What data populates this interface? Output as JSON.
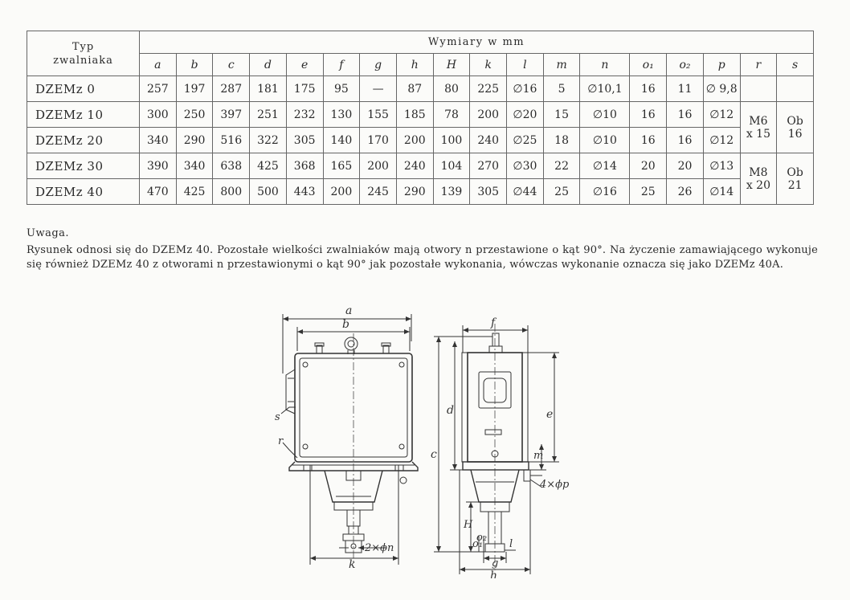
{
  "table": {
    "type_header": [
      "Typ",
      "zwalniaka"
    ],
    "dims_header": "Wymiary w mm",
    "columns": [
      "a",
      "b",
      "c",
      "d",
      "e",
      "f",
      "g",
      "h",
      "H",
      "k",
      "l",
      "m",
      "n",
      "o₁",
      "o₂",
      "p",
      "r",
      "s"
    ],
    "rows": [
      {
        "type": "DZEMz 0",
        "values": [
          "257",
          "197",
          "287",
          "181",
          "175",
          "95",
          "—",
          "87",
          "80",
          "225",
          "∅16",
          "5",
          "∅10,1",
          "16",
          "11",
          "∅ 9,8"
        ]
      },
      {
        "type": "DZEMz 10",
        "values": [
          "300",
          "250",
          "397",
          "251",
          "232",
          "130",
          "155",
          "185",
          "78",
          "200",
          "∅20",
          "15",
          "∅10",
          "16",
          "16",
          "∅12"
        ]
      },
      {
        "type": "DZEMz 20",
        "values": [
          "340",
          "290",
          "516",
          "322",
          "305",
          "140",
          "170",
          "200",
          "100",
          "240",
          "∅25",
          "18",
          "∅10",
          "16",
          "16",
          "∅12"
        ]
      },
      {
        "type": "DZEMz 30",
        "values": [
          "390",
          "340",
          "638",
          "425",
          "368",
          "165",
          "200",
          "240",
          "104",
          "270",
          "∅30",
          "22",
          "∅14",
          "20",
          "20",
          "∅13"
        ]
      },
      {
        "type": "DZEMz 40",
        "values": [
          "470",
          "425",
          "800",
          "500",
          "443",
          "200",
          "245",
          "290",
          "139",
          "305",
          "∅44",
          "25",
          "∅16",
          "25",
          "26",
          "∅14"
        ]
      }
    ],
    "r_group1": [
      "M6",
      "x 15"
    ],
    "s_group1": [
      "Ob",
      "16"
    ],
    "r_group2": [
      "M8",
      "x 20"
    ],
    "s_group2": [
      "Ob",
      "21"
    ]
  },
  "note": {
    "title": "Uwaga.",
    "text": "Rysunek odnosi się do DZEMz 40. Pozostałe wielkości zwalniaków mają otwory n przestawione o kąt 90°. Na życzenie zamawiającego wykonuje się również DZEMz 40 z otworami n przestawionymi o kąt 90° jak pozostałe wykonania, wówczas wykonanie oznacza się jako DZEMz 40A."
  },
  "drawing": {
    "labels": {
      "a": "a",
      "b": "b",
      "c": "c",
      "d": "d",
      "e": "e",
      "f": "f",
      "g": "g",
      "h": "h",
      "H": "H",
      "k": "k",
      "l": "l",
      "m": "m",
      "r": "r",
      "s": "s",
      "o1": "o₁",
      "o2": "o₂",
      "hole_n": "2×ϕn",
      "hole_p": "4×ϕp"
    }
  }
}
